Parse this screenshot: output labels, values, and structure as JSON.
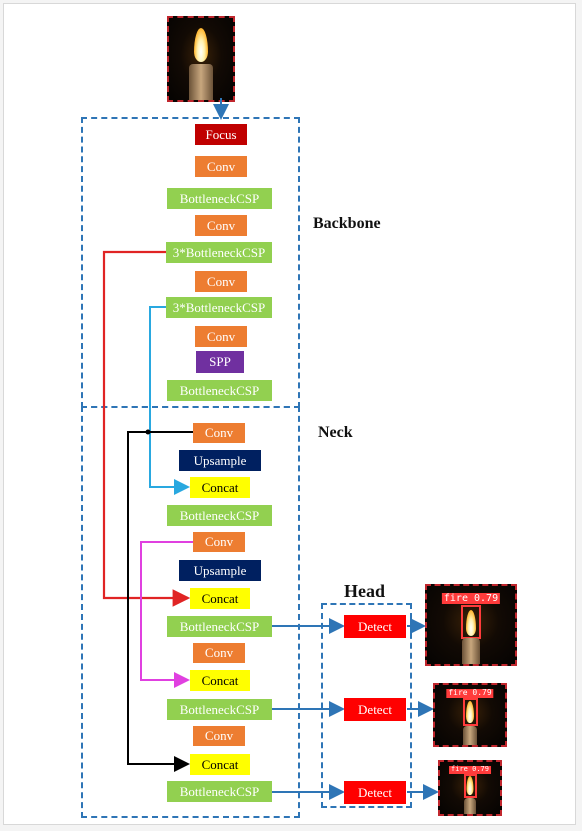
{
  "labels": {
    "backbone": "Backbone",
    "neck": "Neck",
    "head": "Head"
  },
  "blocks": [
    {
      "name": "focus-block",
      "text": "Focus",
      "kind": "focus"
    },
    {
      "name": "conv-block",
      "text": "Conv",
      "kind": "conv"
    },
    {
      "name": "bottleneckcsp-block",
      "text": "BottleneckCSP",
      "kind": "csp"
    },
    {
      "name": "conv-block",
      "text": "Conv",
      "kind": "conv"
    },
    {
      "name": "bottleneckcsp-x3-block",
      "text": "3*BottleneckCSP",
      "kind": "csp"
    },
    {
      "name": "conv-block",
      "text": "Conv",
      "kind": "conv"
    },
    {
      "name": "bottleneckcsp-x3-block",
      "text": "3*BottleneckCSP",
      "kind": "csp"
    },
    {
      "name": "conv-block",
      "text": "Conv",
      "kind": "conv"
    },
    {
      "name": "spp-block",
      "text": "SPP",
      "kind": "spp"
    },
    {
      "name": "bottleneckcsp-block",
      "text": "BottleneckCSP",
      "kind": "csp"
    },
    {
      "name": "conv-block",
      "text": "Conv",
      "kind": "conv"
    },
    {
      "name": "upsample-block",
      "text": "Upsample",
      "kind": "up"
    },
    {
      "name": "concat-block",
      "text": "Concat",
      "kind": "cat"
    },
    {
      "name": "bottleneckcsp-block",
      "text": "BottleneckCSP",
      "kind": "csp"
    },
    {
      "name": "conv-block",
      "text": "Conv",
      "kind": "conv"
    },
    {
      "name": "upsample-block",
      "text": "Upsample",
      "kind": "up"
    },
    {
      "name": "concat-block",
      "text": "Concat",
      "kind": "cat"
    },
    {
      "name": "bottleneckcsp-block",
      "text": "BottleneckCSP",
      "kind": "csp"
    },
    {
      "name": "conv-block",
      "text": "Conv",
      "kind": "conv"
    },
    {
      "name": "concat-block",
      "text": "Concat",
      "kind": "cat"
    },
    {
      "name": "bottleneckcsp-block",
      "text": "BottleneckCSP",
      "kind": "csp"
    },
    {
      "name": "conv-block",
      "text": "Conv",
      "kind": "conv"
    },
    {
      "name": "concat-block",
      "text": "Concat",
      "kind": "cat"
    },
    {
      "name": "bottleneckcsp-block",
      "text": "BottleneckCSP",
      "kind": "csp"
    }
  ],
  "detect": [
    {
      "text": "Detect",
      "detection": {
        "label": "fire",
        "score": "0.79"
      }
    },
    {
      "text": "Detect",
      "detection": {
        "label": "fire",
        "score": "0.79"
      }
    },
    {
      "text": "Detect",
      "detection": {
        "label": "fire",
        "score": "0.79"
      }
    }
  ],
  "colors": {
    "focus": "#c00000",
    "conv": "#ed7d31",
    "csp": "#92d050",
    "spp": "#7030a0",
    "upsample": "#002060",
    "concat": "#ffff00",
    "detect": "#ff0000",
    "region_border": "#2e75b6",
    "skip_red": "#e02424",
    "skip_cyan": "#29a8e0",
    "skip_magenta": "#e040e0",
    "skip_black": "#000000",
    "photo_border": "#c0262d"
  },
  "icons": {
    "input_image": "candle-flame-photo",
    "output_image": "candle-flame-detection-photo"
  }
}
